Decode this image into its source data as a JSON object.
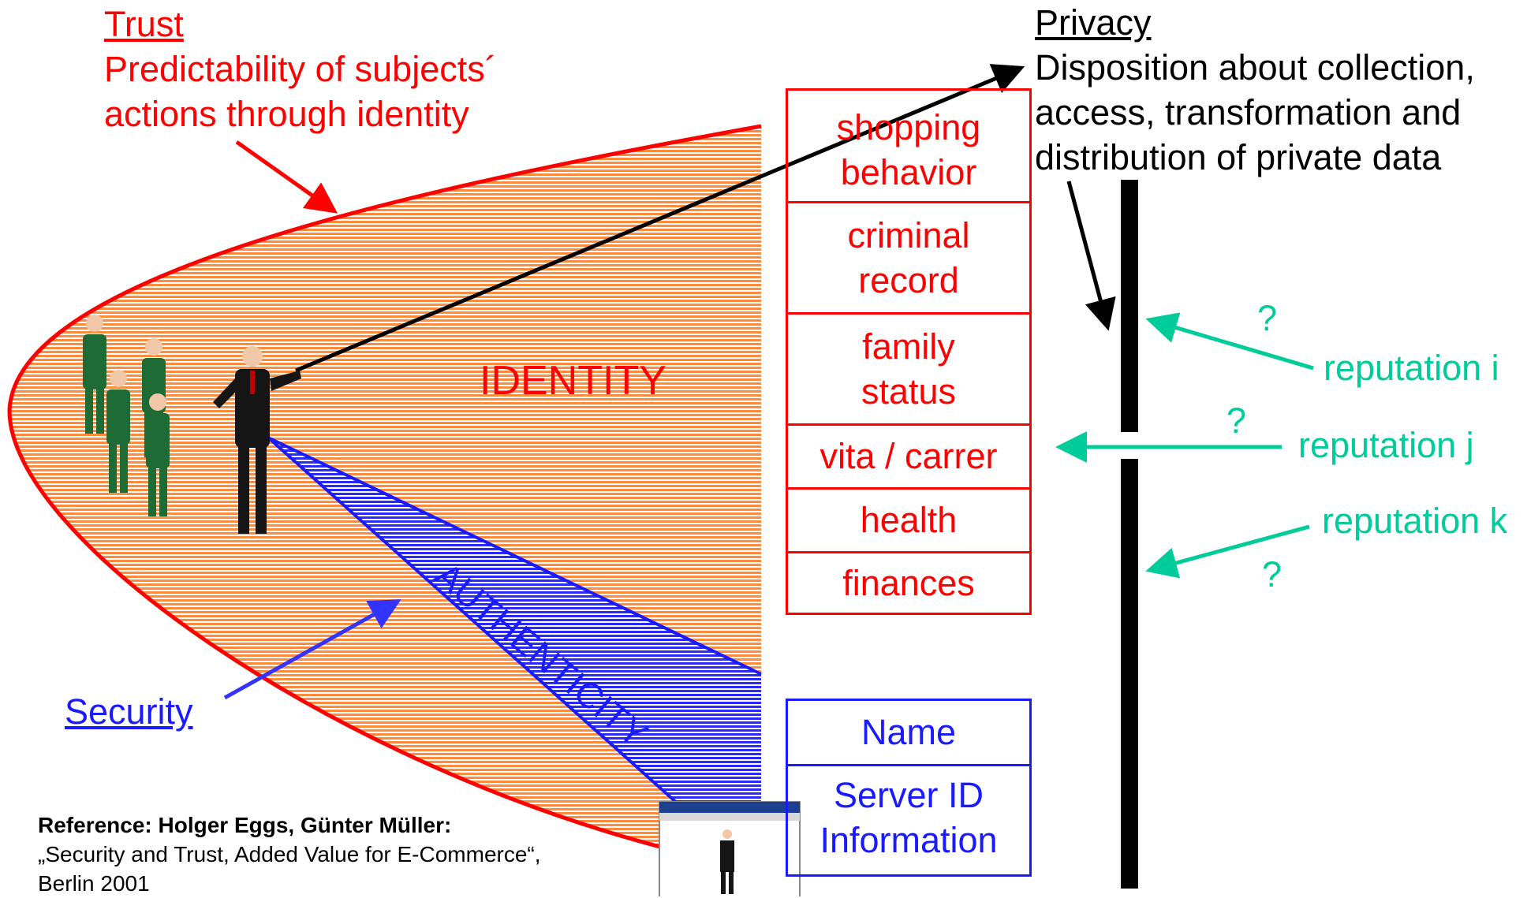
{
  "trust": {
    "title": "Trust",
    "line1": "Predictability of subjects´",
    "line2": "actions through identity"
  },
  "privacy": {
    "title": "Privacy",
    "line1": "Disposition about collection,",
    "line2": "access, transformation and",
    "line3": "distribution of private data"
  },
  "cone": {
    "identity_label": "IDENTITY",
    "authenticity_label": "AUTHENTICITY"
  },
  "security": {
    "label": "Security"
  },
  "private_attributes": [
    {
      "line1": "shopping",
      "line2": "behavior"
    },
    {
      "line1": "criminal",
      "line2": "record"
    },
    {
      "line1": "family",
      "line2": "status"
    },
    {
      "line1": "vita / carrer"
    },
    {
      "line1": "health"
    },
    {
      "line1": "finances"
    }
  ],
  "server_attributes": [
    {
      "line1": "Name"
    },
    {
      "line1": "Server ID",
      "line2": "Information"
    }
  ],
  "reputations": {
    "i": "reputation i",
    "j": "reputation j",
    "k": "reputation k",
    "question": "?"
  },
  "reference": {
    "bold": "Reference: Holger Eggs, Günter Müller:",
    "line2": "„Security and Trust, Added Value for E-Commerce“,",
    "line3": "Berlin 2001"
  },
  "colors": {
    "trust": "#ff0000",
    "security": "#1a1aff",
    "reputation": "#00cc99",
    "identity_fill": "#ff8c3c"
  }
}
